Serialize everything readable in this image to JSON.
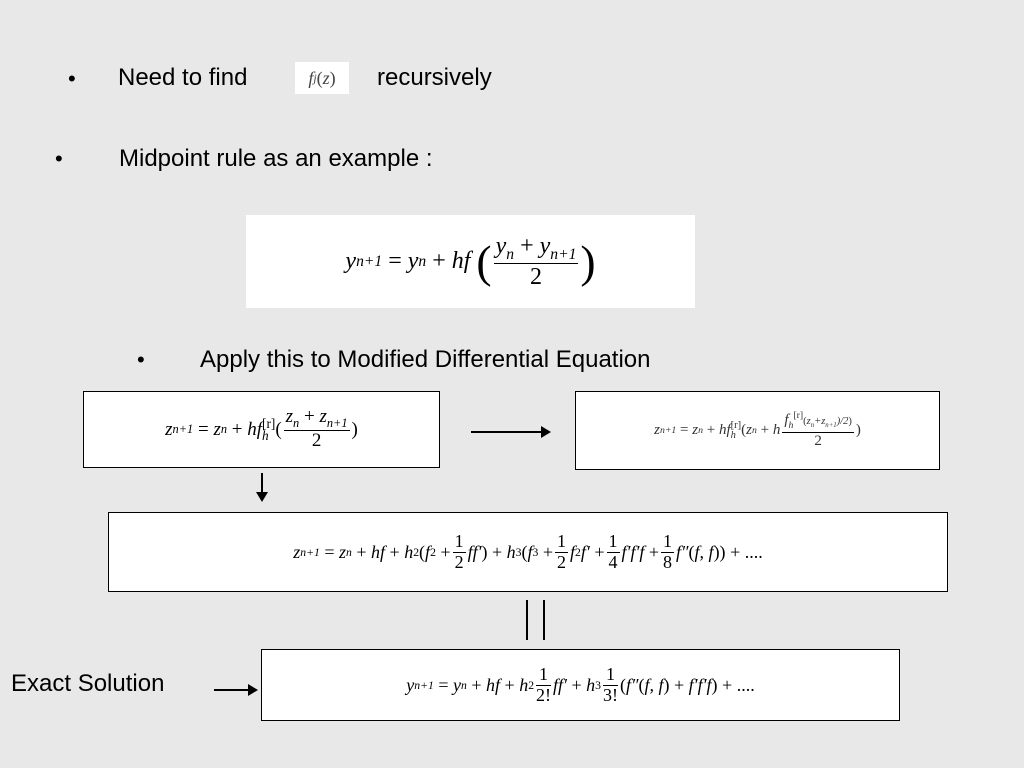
{
  "bullets": [
    {
      "symbol": "•",
      "text": "Need to find",
      "after": "recursively"
    },
    {
      "symbol": "•",
      "text": "Midpoint rule as an example :"
    },
    {
      "symbol": "•",
      "text": "Apply this to Modified Differential Equation"
    }
  ],
  "inline_formula": "f_j(z)",
  "formulas": {
    "midpoint": "y_{n+1} = y_n + hf((y_n + y_{n+1})/2)",
    "modified_left": "z_{n+1} = z_n + h f_h^{[r]}((z_n + z_{n+1})/2)",
    "modified_right": "z_{n+1} = z_n + h f_h^{[r]}(z_n + h f_h^{[r]}((z_n+z_{n+1})/2)/2)",
    "expansion": "z_{n+1} = z_n + hf + h^2(f_2 + 1/2 ff') + h^3(f_3 + 1/2 f_2 f' + 1/4 f'f'f + 1/8 f''(f,f)) + ....",
    "exact": "y_{n+1} = y_n + hf + h^2 1/2! ff' + h^3 1/3! (f''(f,f) + f'f'f) + ...."
  },
  "exact_label": "Exact Solution"
}
